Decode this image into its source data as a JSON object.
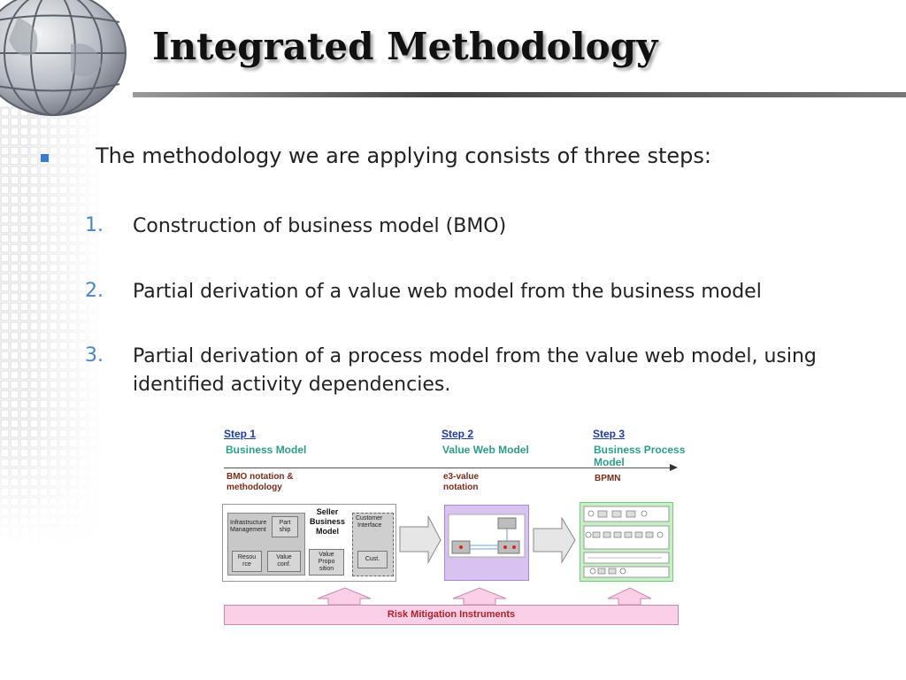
{
  "slide": {
    "title": "Integrated Methodology",
    "bullet": "The methodology we are applying consists of three steps:",
    "items": [
      {
        "num": "1.",
        "text": "Construction of business model (BMO)"
      },
      {
        "num": "2.",
        "text": "Partial derivation of a value web model from the business model"
      },
      {
        "num": "3.",
        "text": "Partial derivation of a process model from the value web model, using identified activity dependencies."
      }
    ]
  },
  "diagram": {
    "steps": [
      {
        "label": "Step 1",
        "model": "Business Model",
        "note_line1": "BMO notation &",
        "note_line2": "methodology"
      },
      {
        "label": "Step 2",
        "model": "Value Web Model",
        "note_line1": "e3-value",
        "note_line2": "notation"
      },
      {
        "label": "Step 3",
        "model_line1": "Business Process",
        "model_line2": "Model",
        "note_line1": "BPMN"
      }
    ],
    "bmo": {
      "infra_line1": "Infrastructure",
      "infra_line2": "Management",
      "part_line1": "Part",
      "part_line2": "ship",
      "resource_line1": "Resou",
      "resource_line2": "rce",
      "value_conf_line1": "Value",
      "value_conf_line2": "conf.",
      "seller_line1": "Seller",
      "seller_line2": "Business",
      "seller_line3": "Model",
      "value_prop_line1": "Value",
      "value_prop_line2": "Propo",
      "value_prop_line3": "sition",
      "customer_line1": "Customer",
      "customer_line2": "Interface",
      "cust": "Cust."
    },
    "risk": "Risk Mitigation Instruments",
    "colors": {
      "step_link": "#1f3c9c",
      "model_title": "#2d9d8a",
      "note": "#7a2c1a",
      "value_web_bg": "#d7c2f0",
      "process_bg": "#c7efc5",
      "risk_bg": "#fbd0e6",
      "risk_text": "#b0202a",
      "bullet": "#3a7bd5"
    }
  }
}
